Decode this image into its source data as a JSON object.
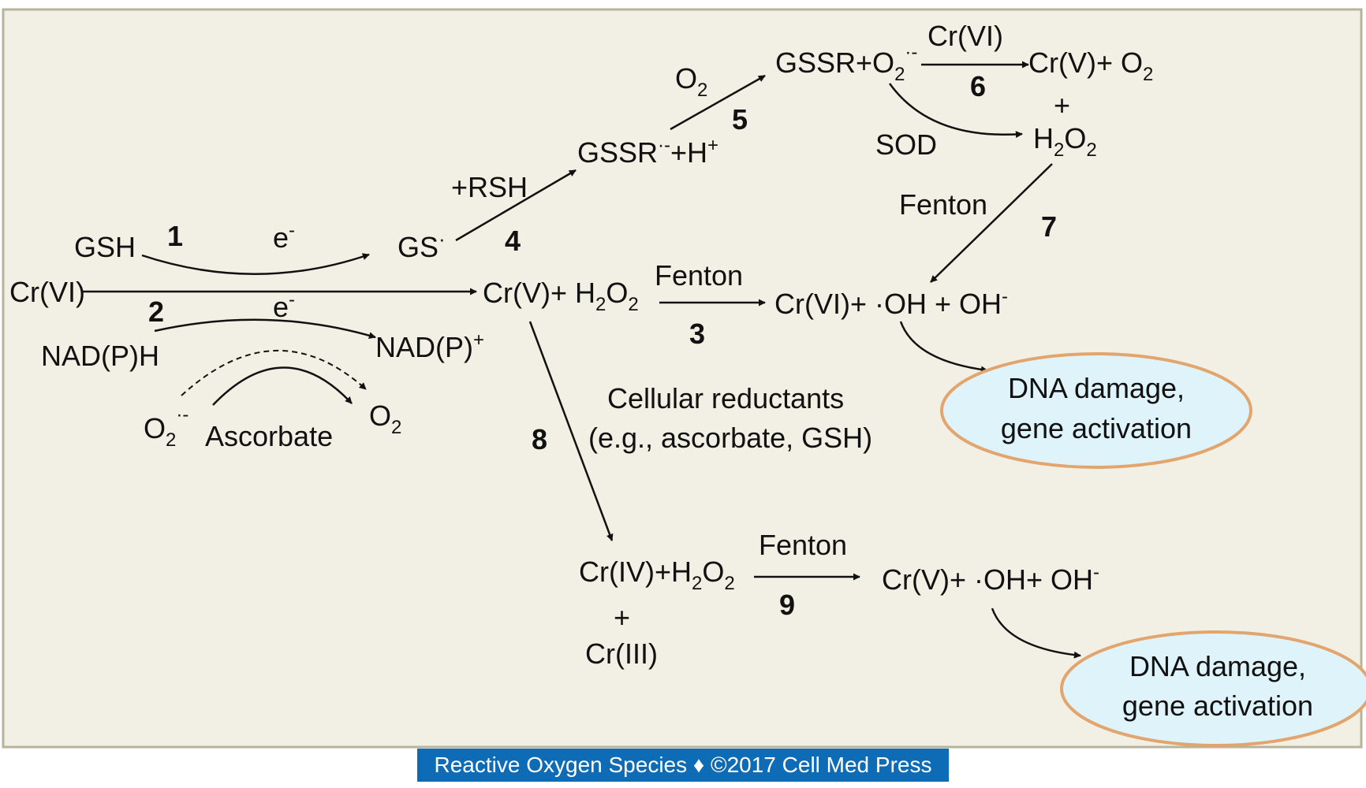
{
  "labels": {
    "gsh": "GSH",
    "cr6_left": "Cr(VI)",
    "nadph": "NAD(P)H",
    "nadp_plus": "NAD(P)",
    "nadp_plus_sup": "+",
    "superoxide_left": "O",
    "superoxide_left_sub": "2",
    "superoxide_left_sup": "·-",
    "ascorbate": "Ascorbate",
    "o2_small": "O",
    "o2_small_sub": "2",
    "e_minus_1": "e",
    "e_minus_1_sup": "-",
    "e_minus_2": "e",
    "e_minus_2_sup": "-",
    "gs_radical": "GS",
    "gs_radical_sup": "·",
    "rsh": "+RSH",
    "gssr_radical": "GSSR",
    "gssr_radical_sup": "·-",
    "gssr_radical_tail": "+H",
    "gssr_radical_tail_sup": "+",
    "o2_top": "O",
    "o2_top_sub": "2",
    "gssr_o2": "GSSR+O",
    "gssr_o2_sub": "2",
    "gssr_o2_sup": "·-",
    "cr6_top": "Cr(VI)",
    "cr5_o2": "Cr(V)+  O",
    "cr5_o2_sub": "2",
    "plus_top": "+",
    "sod": "SOD",
    "h2o2_top": "H",
    "h2o2_top_sub1": "2",
    "h2o2_top_mid": "O",
    "h2o2_top_sub2": "2",
    "fenton_top": "Fenton",
    "cr5_h2o2": "Cr(V)+ H",
    "cr5_h2o2_sub1": "2",
    "cr5_h2o2_mid": "O",
    "cr5_h2o2_sub2": "2",
    "fenton_mid": "Fenton",
    "cr6_oh": "Cr(VI)+ ·OH + OH",
    "cr6_oh_sup": "-",
    "cellular_reductants_1": "Cellular reductants",
    "cellular_reductants_2": "(e.g., ascorbate, GSH)",
    "cr4_h2o2": "Cr(IV)+H",
    "cr4_h2o2_sub1": "2",
    "cr4_h2o2_mid": "O",
    "cr4_h2o2_sub2": "2",
    "plus_bottom": "+",
    "cr3": "Cr(III)",
    "fenton_bottom": "Fenton",
    "cr5_oh": "Cr(V)+ ·OH+ OH",
    "cr5_oh_sup": "-",
    "o2_right_small": "O",
    "o2_right_small_sub": "2"
  },
  "step_numbers": {
    "n1": "1",
    "n2": "2",
    "n3": "3",
    "n4": "4",
    "n5": "5",
    "n6": "6",
    "n7": "7",
    "n8": "8",
    "n9": "9"
  },
  "outcomes": {
    "dna1_line1": "DNA damage,",
    "dna1_line2": "gene activation",
    "dna2_line1": "DNA damage,",
    "dna2_line2": "gene activation"
  },
  "caption": "Reactive Oxygen Species ♦ ©2017 Cell Med Press",
  "colors": {
    "panel_bg": "#f2f0e4",
    "panel_border": "#b7b39c",
    "ellipse_fill": "#dff3fb",
    "ellipse_stroke": "#e2a56d",
    "caption_bg": "#0e6bb5"
  }
}
